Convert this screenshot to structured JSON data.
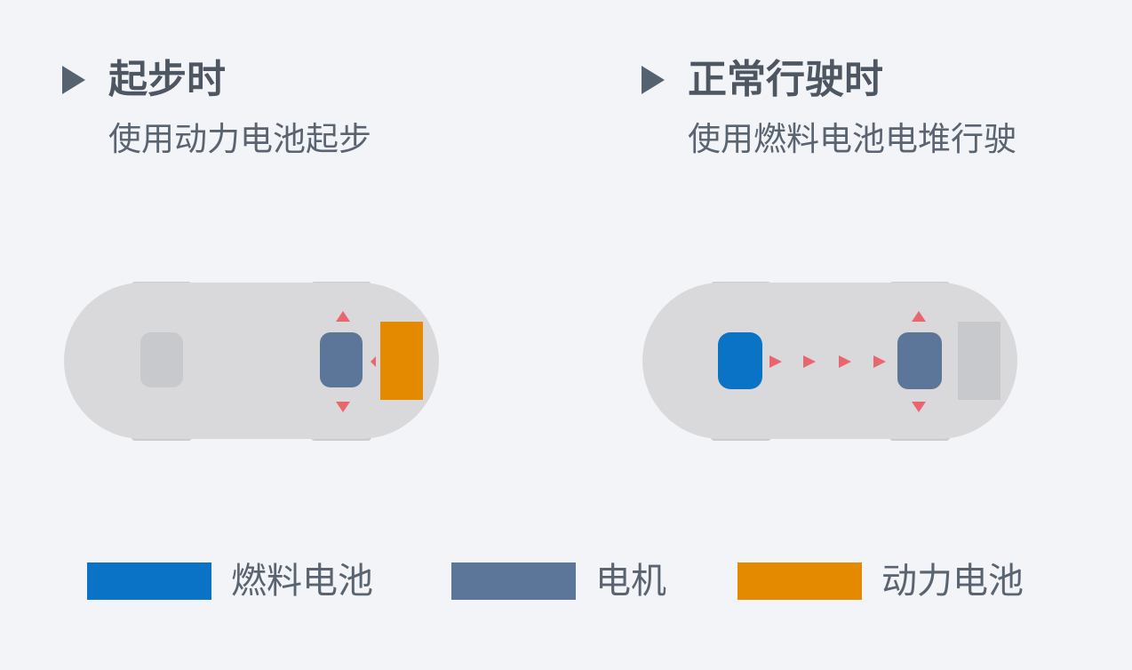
{
  "colors": {
    "fuel_cell": "#0b73c6",
    "motor": "#5c7699",
    "power_battery": "#e48a00",
    "car_body": "#d9d9db",
    "component_gray": "#c8c9cc",
    "wheel": "#cbcccf",
    "arrow": "#e8676e"
  },
  "sections": [
    {
      "title": "起步时",
      "description": "使用动力电池起步",
      "components": {
        "front": "motor",
        "rear": "power_battery",
        "left": "none"
      }
    },
    {
      "title": "正常行驶时",
      "description": "使用燃料电池电堆行驶",
      "components": {
        "front": "motor",
        "rear": "none",
        "left": "fuel_cell"
      }
    }
  ],
  "legend": [
    {
      "label": "燃料电池",
      "color_key": "fuel_cell"
    },
    {
      "label": "电机",
      "color_key": "motor"
    },
    {
      "label": "动力电池",
      "color_key": "power_battery"
    }
  ]
}
